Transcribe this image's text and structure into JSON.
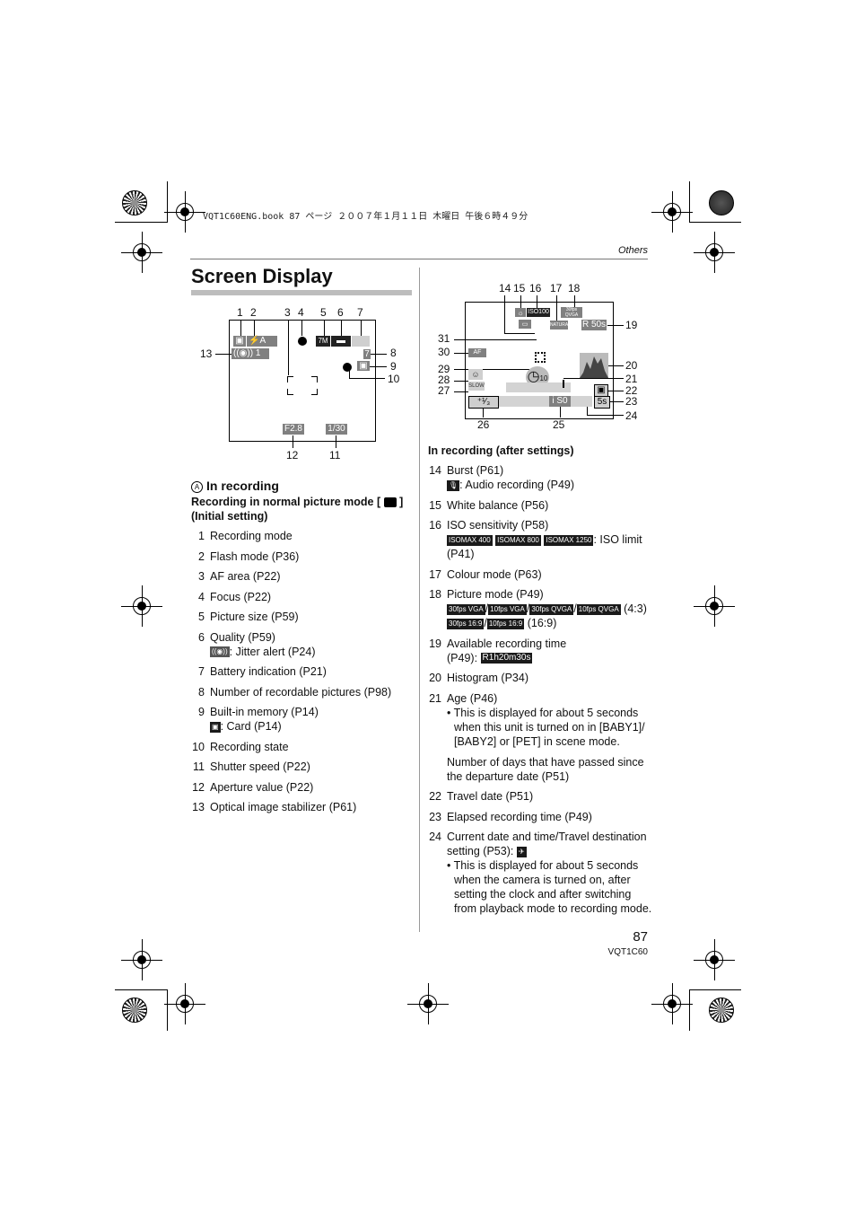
{
  "header": {
    "file_line": "VQT1C60ENG.book  87 ページ  ２００７年１月１１日  木曜日  午後６時４９分",
    "section": "Others"
  },
  "title": "Screen Display",
  "left_diagram": {
    "callouts": [
      "1",
      "2",
      "3",
      "4",
      "5",
      "6",
      "7",
      "8",
      "9",
      "10",
      "11",
      "12",
      "13"
    ],
    "aperture": "F2.8",
    "shutter": "1/30",
    "mode_icon": "camera-icon",
    "flash_text": "⚡A",
    "size_text": "7M",
    "pics_text": "7",
    "stab_text": "1"
  },
  "right_diagram": {
    "callouts": [
      "14",
      "15",
      "16",
      "17",
      "18",
      "19",
      "20",
      "21",
      "22",
      "23",
      "24",
      "25",
      "26",
      "27",
      "28",
      "29",
      "30",
      "31"
    ],
    "iso_text": "ISO100",
    "rec_time": "R 50s",
    "picture_mode": "NATURAL",
    "slow_text": "SLOW",
    "af_text": "AF",
    "iso0_text": "i S0",
    "ev_text": "⁺¹⁄₃",
    "elapsed_text": "5s",
    "qvga_text": "30fps QVGA",
    "self_timer_text": "10"
  },
  "left_column": {
    "circle_a": "A",
    "heading": "In recording",
    "subhead": "Recording in normal picture mode [",
    "subhead_end": "]",
    "subhead2": "(Initial setting)",
    "items": [
      {
        "n": "1",
        "t": "Recording mode"
      },
      {
        "n": "2",
        "t": "Flash mode (P36)"
      },
      {
        "n": "3",
        "t": "AF area (P22)"
      },
      {
        "n": "4",
        "t": "Focus (P22)"
      },
      {
        "n": "5",
        "t": "Picture size (P59)"
      },
      {
        "n": "6",
        "t": "Quality (P59)",
        "sub": ":  Jitter alert (P24)"
      },
      {
        "n": "7",
        "t": "Battery indication (P21)"
      },
      {
        "n": "8",
        "t": "Number of recordable pictures (P98)"
      },
      {
        "n": "9",
        "t": "Built-in memory (P14)",
        "sub": ": Card (P14)"
      },
      {
        "n": "10",
        "t": "Recording state"
      },
      {
        "n": "11",
        "t": "Shutter speed (P22)"
      },
      {
        "n": "12",
        "t": "Aperture value (P22)"
      },
      {
        "n": "13",
        "t": "Optical image stabilizer (P61)"
      }
    ]
  },
  "right_column": {
    "heading": "In recording (after settings)",
    "i14": {
      "n": "14",
      "t": "Burst (P61)",
      "sub": ":  Audio recording (P49)"
    },
    "i15": {
      "n": "15",
      "t": "White balance (P56)"
    },
    "i16": {
      "n": "16",
      "t": "ISO sensitivity (P58)",
      "b1": "ISOMAX 400",
      "b2": "ISOMAX 800",
      "b3": "ISOMAX 1250",
      "sub": ": ISO limit (P41)"
    },
    "i17": {
      "n": "17",
      "t": "Colour mode (P63)"
    },
    "i18": {
      "n": "18",
      "t": "Picture mode (P49)",
      "b1": "30fps VGA",
      "b2": "10fps VGA",
      "b3": "30fps QVGA",
      "b4": "10fps QVGA",
      "r1": "(4:3)",
      "b5": "30fps 16:9",
      "b6": "10fps 16:9",
      "r2": "(16:9)"
    },
    "i19": {
      "n": "19",
      "t": "Available recording time",
      "sub": "(P49):",
      "badge": "R1h20m30s"
    },
    "i20": {
      "n": "20",
      "t": "Histogram (P34)"
    },
    "i21": {
      "n": "21",
      "t": "Age (P46)",
      "bullet": "• This is displayed for about 5 seconds when this unit is turned on in [BABY1]/ [BABY2] or [PET] in scene mode.",
      "extra": "Number of days that have passed since the departure date (P51)"
    },
    "i22": {
      "n": "22",
      "t": "Travel date (P51)"
    },
    "i23": {
      "n": "23",
      "t": "Elapsed recording time (P49)"
    },
    "i24": {
      "n": "24",
      "t": "Current date and time/Travel destination setting (P53):",
      "bullet": "• This is displayed for about 5 seconds when the camera is turned on, after setting the clock and after switching from playback mode to recording mode."
    }
  },
  "footer": {
    "page": "87",
    "code": "VQT1C60"
  }
}
